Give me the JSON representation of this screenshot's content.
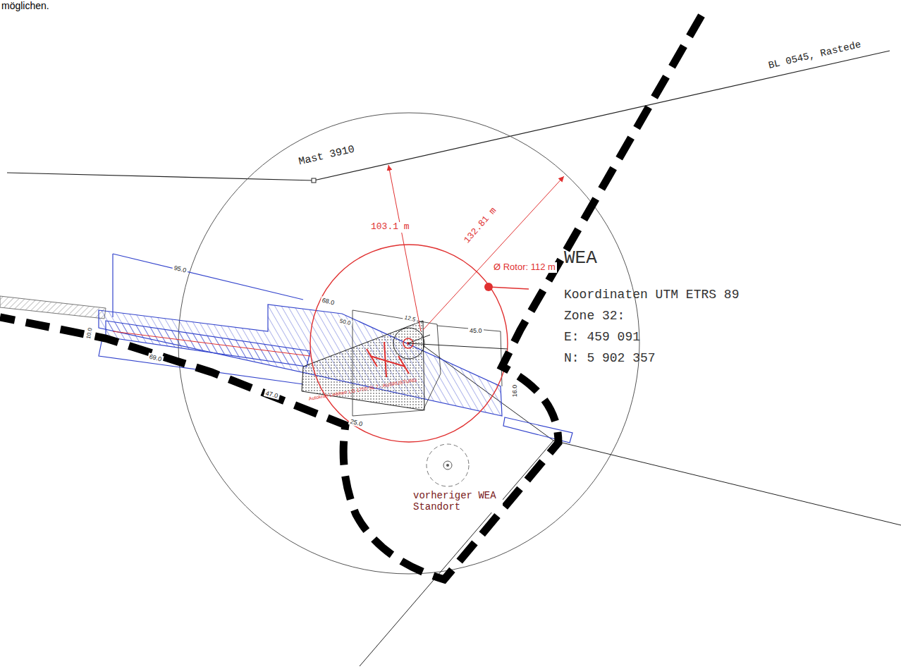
{
  "diagram": {
    "labels": [
      "möglichen.",
      "BL 0545, Rastede",
      "Mast 3910",
      "103.1 m",
      "132.81 m",
      "WEA",
      "Koordinaten UTM ETRS 89",
      "Zone 32:",
      "E:  459 091",
      "N: 5 902 357",
      "Ø Rotor: 112 m",
      "95.0",
      "68.0",
      "12.5",
      "50.0",
      "45.0",
      "16.0",
      "69.0",
      "47.0",
      "25.0",
      "10.0",
      "Autokran Liebherr LG 1750 SL 7 - AUSRÜSTUNG",
      "vorheriger WEA Standort"
    ]
  }
}
